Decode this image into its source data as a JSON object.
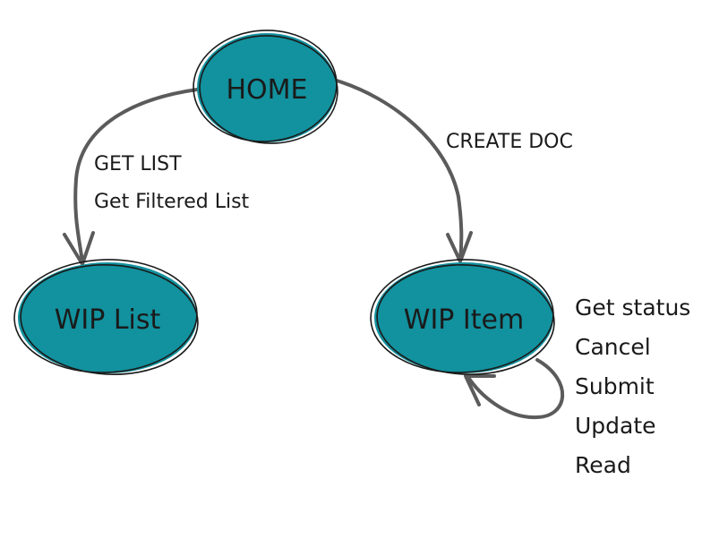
{
  "colors": {
    "node_fill": "#12919e",
    "edge_stroke": "#5b5b5b",
    "outline": "#1a1a1a",
    "background": "#ffffff"
  },
  "nodes": {
    "home": {
      "label": "HOME"
    },
    "wip_list": {
      "label": "WIP List"
    },
    "wip_item": {
      "label": "WIP Item"
    }
  },
  "edges": {
    "home_to_list": {
      "labels": [
        "GET LIST",
        "Get Filtered List"
      ]
    },
    "home_to_item": {
      "labels": [
        "CREATE DOC"
      ]
    },
    "item_self_loop": {
      "labels": [
        "Get status",
        "Cancel",
        "Submit",
        "Update",
        "Read"
      ]
    }
  }
}
